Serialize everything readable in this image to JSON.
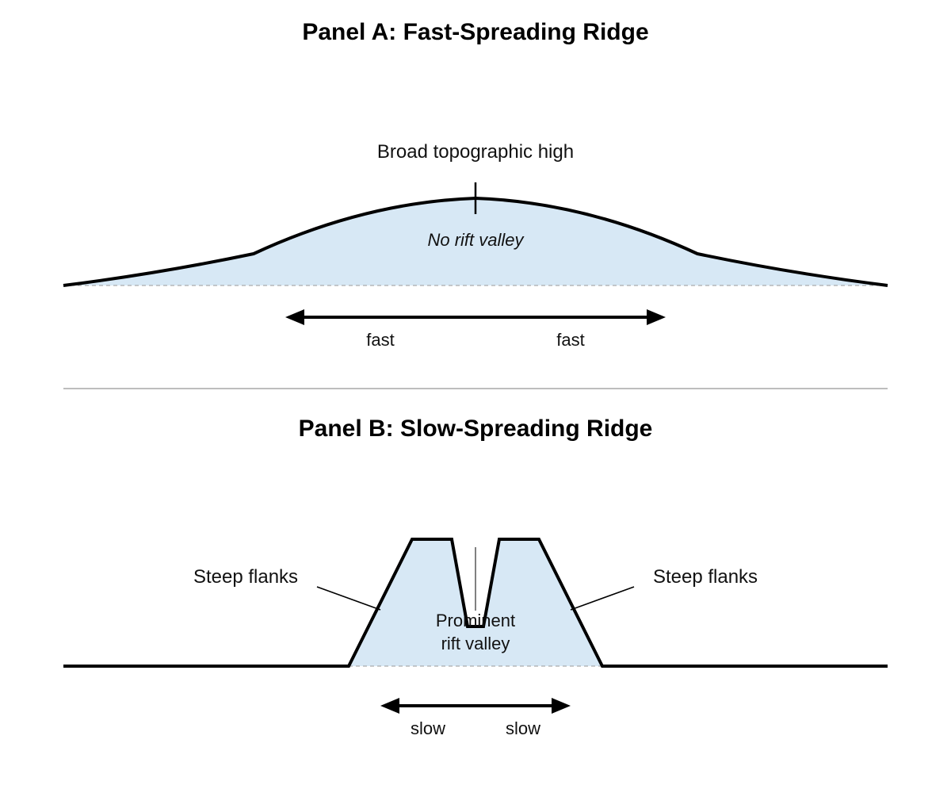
{
  "colors": {
    "crust_fill": "#d7e8f5",
    "outline": "#000000",
    "divider": "#bdbdbd"
  },
  "panel_a": {
    "title": "Panel A: Fast-Spreading Ridge",
    "crest_label": "Broad topographic high",
    "valley_label": "No rift valley",
    "arrow_left_label": "fast",
    "arrow_right_label": "fast"
  },
  "panel_b": {
    "title": "Panel B: Slow-Spreading Ridge",
    "flank_left_label": "Steep flanks",
    "flank_right_label": "Steep flanks",
    "rift_label_line1": "Prominent",
    "rift_label_line2": "rift valley",
    "arrow_left_label": "slow",
    "arrow_right_label": "slow"
  }
}
